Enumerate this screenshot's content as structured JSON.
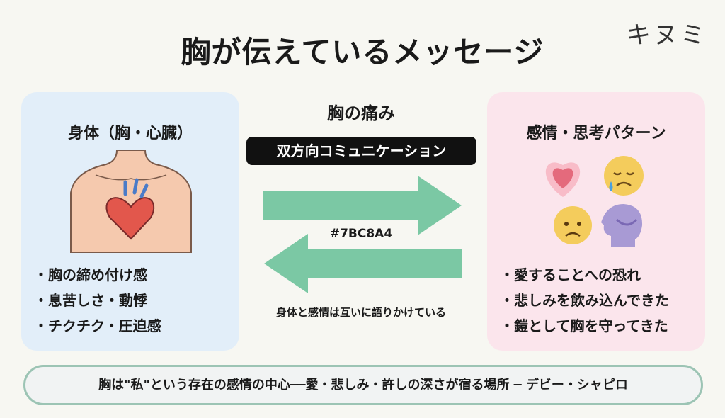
{
  "title": "胸が伝えているメッセージ",
  "logo": "キヌミ",
  "left_panel": {
    "title": "身体（胸・心臓）",
    "items": [
      "・胸の締め付け感",
      "・息苦しさ・動悸",
      "・チクチク・圧迫感"
    ]
  },
  "right_panel": {
    "title": "感情・思考パターン",
    "items": [
      "・愛することへの恐れ",
      "・悲しみを飲み込んできた",
      "・鎧として胸を守ってきた"
    ]
  },
  "center": {
    "title": "胸の痛み",
    "badge": "双方向コミュニケーション",
    "arrow_color_label": "#7BC8A4",
    "caption": "身体と感情は互いに語りかけている"
  },
  "footer": "胸は\"私\"という存在の感情の中心──愛・悲しみ・許しの深さが宿る場所 ─ デビー・シャピロ",
  "colors": {
    "arrow": "#7BC8A4",
    "left_bg": "#e2eef9",
    "right_bg": "#fbe5ec"
  }
}
